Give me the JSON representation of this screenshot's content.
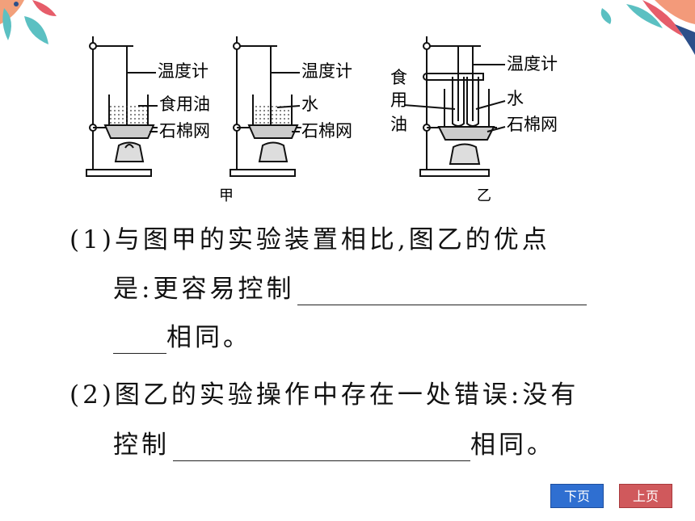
{
  "figure": {
    "left_apparatus": {
      "caption": "甲",
      "labels": [
        "温度计",
        "食用油",
        "石棉网"
      ]
    },
    "middle_apparatus": {
      "labels": [
        "温度计",
        "水",
        "石棉网"
      ]
    },
    "right_apparatus": {
      "caption": "乙",
      "labels": [
        "温度计",
        "水",
        "石棉网"
      ],
      "vertical_label": [
        "食",
        "用",
        "油"
      ]
    }
  },
  "questions": {
    "q1_line1": "(1)与图甲的实验装置相比,图乙的优点",
    "q1_line2": "是:更容易控制",
    "q1_line3": "相同。",
    "q2_line1": "(2)图乙的实验操作中存在一处错误:没有",
    "q2_line2_pre": "控制",
    "q2_line2_post": "相同。"
  },
  "nav": {
    "next_label": "下页",
    "prev_label": "上页"
  },
  "colors": {
    "next_button": "#2f6fd1",
    "prev_button": "#d0595c"
  }
}
